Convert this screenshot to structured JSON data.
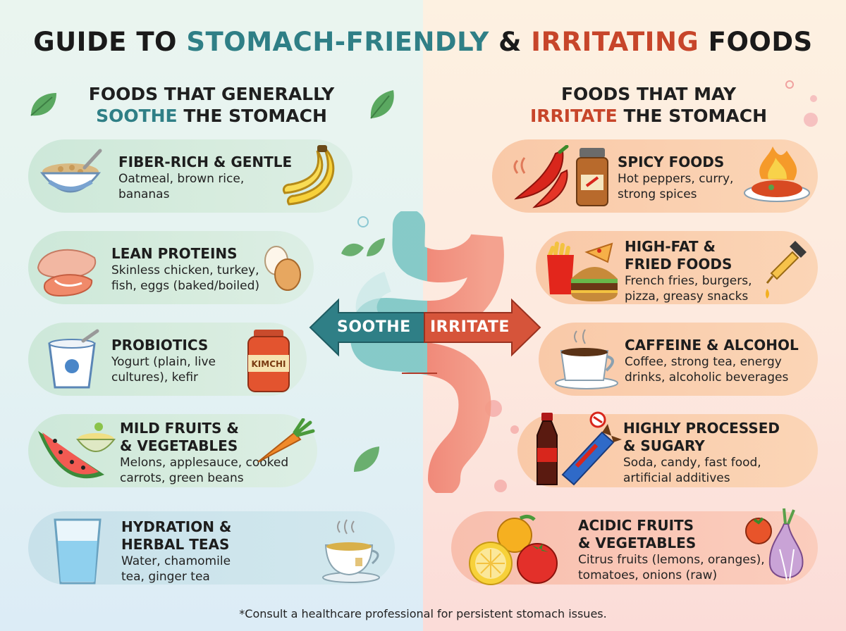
{
  "title": {
    "part1": "GUIDE TO ",
    "part2": "STOMACH-FRIENDLY",
    "part3": " & ",
    "part4": "IRRITATING",
    "part5": " FOODS"
  },
  "left_heading": {
    "line1": "FOODS THAT GENERALLY",
    "highlight": "SOOTHE",
    "line2_rest": " THE STOMACH"
  },
  "right_heading": {
    "line1": "FOODS THAT MAY",
    "highlight": "IRRITATE",
    "line2_rest": " THE STOMACH"
  },
  "center": {
    "soothe_label": "SOOTHE",
    "irritate_label": "IRRITATE",
    "kimchi_label": "KIMCHI"
  },
  "soothe_items": [
    {
      "title": "FIBER-RICH & GENTLE",
      "desc1": "Oatmeal, brown rice,",
      "desc2": "bananas"
    },
    {
      "title": "LEAN PROTEINS",
      "desc1": "Skinless chicken, turkey,",
      "desc2": "fish, eggs (baked/boiled)"
    },
    {
      "title": "PROBIOTICS",
      "desc1": "Yogurt (plain, live",
      "desc2": "cultures), kefir"
    },
    {
      "title1": "MILD FRUITS &",
      "title2": "& VEGETABLES",
      "desc1": "Melons, applesauce, cooked",
      "desc2": "carrots, green beans"
    },
    {
      "title1": "HYDRATION &",
      "title2": "HERBAL TEAS",
      "desc1": "Water, chamomile",
      "desc2": "tea, ginger tea"
    }
  ],
  "irritate_items": [
    {
      "title": "SPICY FOODS",
      "desc1": "Hot peppers, curry,",
      "desc2": "strong spices"
    },
    {
      "title1": "HIGH-FAT &",
      "title2": "FRIED FOODS",
      "desc1": "French fries, burgers,",
      "desc2": "pizza, greasy snacks"
    },
    {
      "title": "CAFFEINE & ALCOHOL",
      "desc1": "Coffee, strong tea, energy",
      "desc2": "drinks, alcoholic beverages"
    },
    {
      "title1": "HIGHLY PROCESSED",
      "title2": "& SUGARY",
      "desc1": "Soda, candy, fast food,",
      "desc2": "artificial additives"
    },
    {
      "title1": "ACIDIC FRUITS",
      "title2": "& VEGETABLES",
      "desc1": "Citrus fruits (lemons, oranges),",
      "desc2": "tomatoes, onions (raw)"
    }
  ],
  "footnote": "*Consult a healthcare professional for persistent stomach issues.",
  "colors": {
    "teal": "#2f7f86",
    "red": "#c7452a",
    "soothe_card": "#d3ead9",
    "irritate_card": "#fbd1b0"
  },
  "icons": [
    "leaf-icon",
    "oatmeal-bowl-icon",
    "banana-icon",
    "salmon-chicken-icon",
    "egg-icon",
    "yogurt-icon",
    "kimchi-jar-icon",
    "watermelon-icon",
    "applesauce-icon",
    "carrot-icon",
    "water-glass-icon",
    "tea-cup-icon",
    "chili-pepper-icon",
    "spice-jar-icon",
    "curry-fire-icon",
    "fries-burger-icon",
    "oil-dropper-icon",
    "coffee-cup-icon",
    "soda-candy-icon",
    "citrus-tomato-icon",
    "onion-icon",
    "stomach-icon"
  ]
}
